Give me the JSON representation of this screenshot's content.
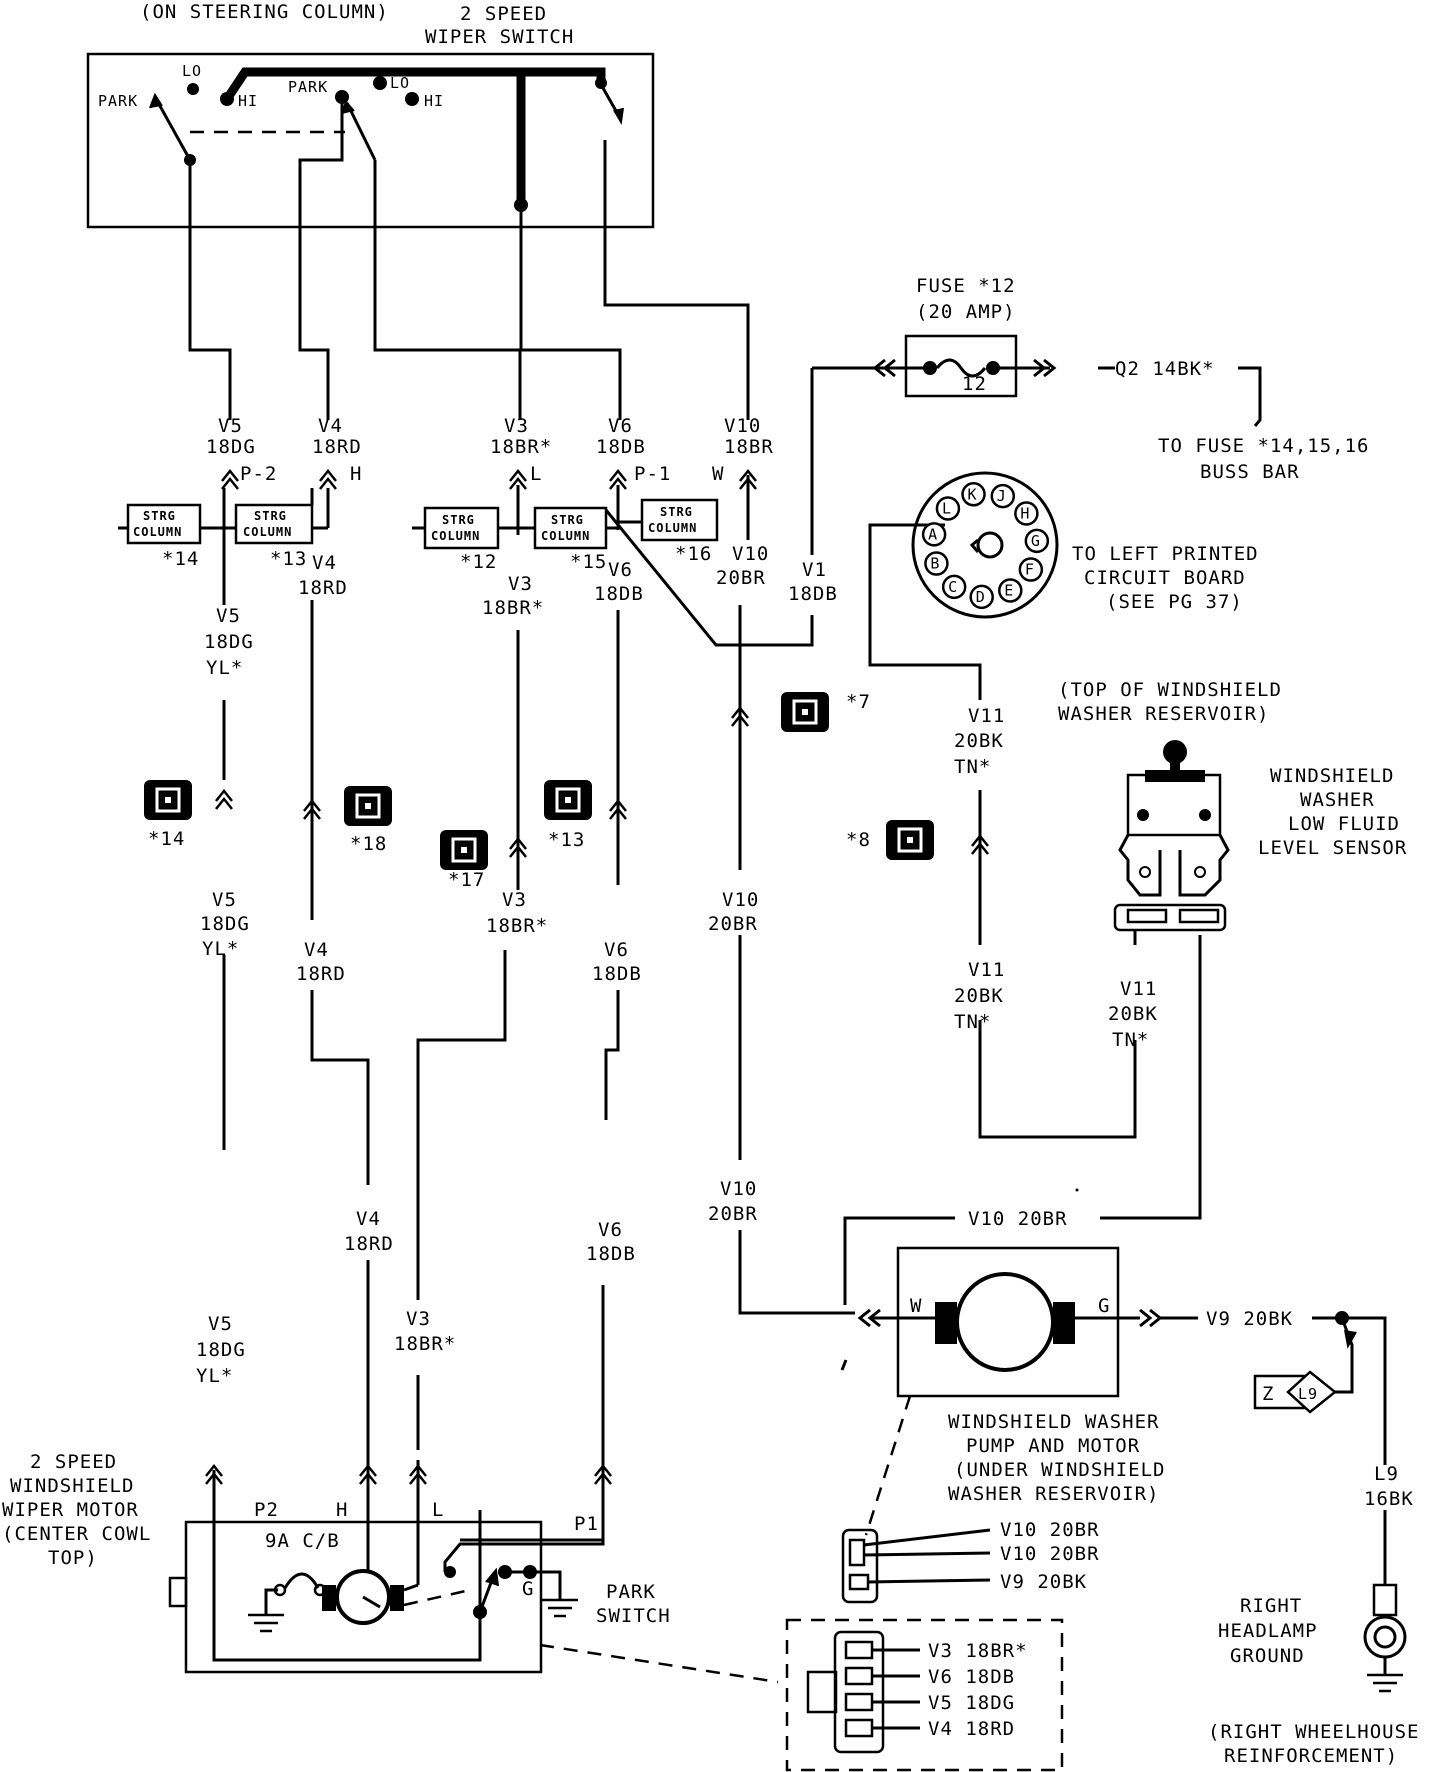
{
  "steering_switch": {
    "caption_top": "(ON STEERING COLUMN)",
    "title_line1": "2 SPEED",
    "title_line2": "WIPER SWITCH",
    "park1": "PARK",
    "lo1": "LO",
    "hi1": "HI",
    "park2": "PARK",
    "lo2": "LO",
    "hi2": "HI"
  },
  "wire_labels": {
    "v5_top": [
      "V5",
      "18DG"
    ],
    "v4_top": [
      "V4",
      "18RD"
    ],
    "v3_top": [
      "V3",
      "18BR*"
    ],
    "v6_top": [
      "V6",
      "18DB"
    ],
    "v10_top": [
      "V10",
      "18BR"
    ],
    "p2": "P-2",
    "h": "H",
    "l": "L",
    "p1": "P-1",
    "w": "W",
    "v4_mid": [
      "V4",
      "18RD"
    ],
    "v3_mid": [
      "V3",
      "18BR*"
    ],
    "v6_mid": [
      "V6",
      "18DB"
    ],
    "v10_mid": [
      "V10",
      "20BR"
    ],
    "v1_mid": [
      "V1",
      "18DB"
    ],
    "v5_mid": [
      "V5",
      "18DG",
      "YL*"
    ],
    "v5_low": [
      "V5",
      "18DG",
      "YL*"
    ],
    "v4_low": [
      "V4",
      "18RD"
    ],
    "v3_low": [
      "V3",
      "18BR*"
    ],
    "v6_low": [
      "V6",
      "18DB"
    ],
    "v10_low": [
      "V10",
      "20BR"
    ],
    "v4_bot": [
      "V4",
      "18RD"
    ],
    "v6_bot": [
      "V6",
      "18DB"
    ],
    "v10_bot": [
      "V10",
      "20BR"
    ],
    "v3_bot": [
      "V3",
      "18BR*"
    ],
    "v5_bot": [
      "V5",
      "18DG",
      "YL*"
    ],
    "v11_a": [
      "V11",
      "20BK",
      "TN*"
    ],
    "v11_b": [
      "V11",
      "20BK",
      "TN*"
    ],
    "v11_c": [
      "V11",
      "20BK",
      "TN*"
    ],
    "v10_horiz": "V10 20BR",
    "v9_horiz": "V9 20BK",
    "l9": [
      "L9",
      "16BK"
    ],
    "q2": "Q2 14BK*"
  },
  "strg_connectors": [
    {
      "line1": "STRG",
      "line2": "COLUMN",
      "num": "*14"
    },
    {
      "line1": "STRG",
      "line2": "COLUMN",
      "num": "*13"
    },
    {
      "line1": "STRG",
      "line2": "COLUMN",
      "num": "*12"
    },
    {
      "line1": "STRG",
      "line2": "COLUMN",
      "num": "*15"
    },
    {
      "line1": "STRG",
      "line2": "COLUMN",
      "num": "*16"
    }
  ],
  "splice_tags": [
    "*14",
    "*18",
    "*17",
    "*13",
    "*7",
    "*8"
  ],
  "fuse": {
    "title": "FUSE *12",
    "rating": "(20 AMP)",
    "number": "12",
    "dest_line1": "TO FUSE *14,15,16",
    "dest_line2": "BUSS BAR"
  },
  "circuit_board_connector": {
    "pins": [
      "J",
      "H",
      "G",
      "F",
      "E",
      "D",
      "C",
      "B",
      "A",
      "L",
      "K"
    ],
    "label_line1": "TO LEFT PRINTED",
    "label_line2": "CIRCUIT BOARD",
    "label_line3": "(SEE PG 37)"
  },
  "low_fluid_sensor": {
    "caption_line1": "(TOP OF WINDSHIELD",
    "caption_line2": "WASHER RESERVOIR)",
    "label_line1": "WINDSHIELD",
    "label_line2": "WASHER",
    "label_line3": "LOW FLUID",
    "label_line4": "LEVEL SENSOR"
  },
  "washer_pump": {
    "w": "W",
    "g": "G",
    "label_line1": "WINDSHIELD WASHER",
    "label_line2": "PUMP AND MOTOR",
    "label_line3": "(UNDER WINDSHIELD",
    "label_line4": "WASHER RESERVOIR)",
    "connector_pins": [
      "V10 20BR",
      "V10 20BR",
      "V9 20BK"
    ]
  },
  "wiper_motor": {
    "label_line1": "2 SPEED",
    "label_line2": "WINDSHIELD",
    "label_line3": "WIPER MOTOR",
    "label_line4": "(CENTER COWL",
    "label_line5": "TOP)",
    "p2": "P2",
    "h": "H",
    "l": "L",
    "p1": "P1",
    "breaker": "9A C/B",
    "g": "G",
    "park_switch_line1": "PARK",
    "park_switch_line2": "SWITCH",
    "connector_pins": [
      "V3 18BR*",
      "V6 18DB",
      "V5 18DG",
      "V4 18RD"
    ]
  },
  "headlamp_ground": {
    "z": "Z",
    "l9": "L9",
    "label_line1": "RIGHT",
    "label_line2": "HEADLAMP",
    "label_line3": "GROUND",
    "label_line4": "(RIGHT WHEELHOUSE",
    "label_line5": "REINFORCEMENT)"
  }
}
